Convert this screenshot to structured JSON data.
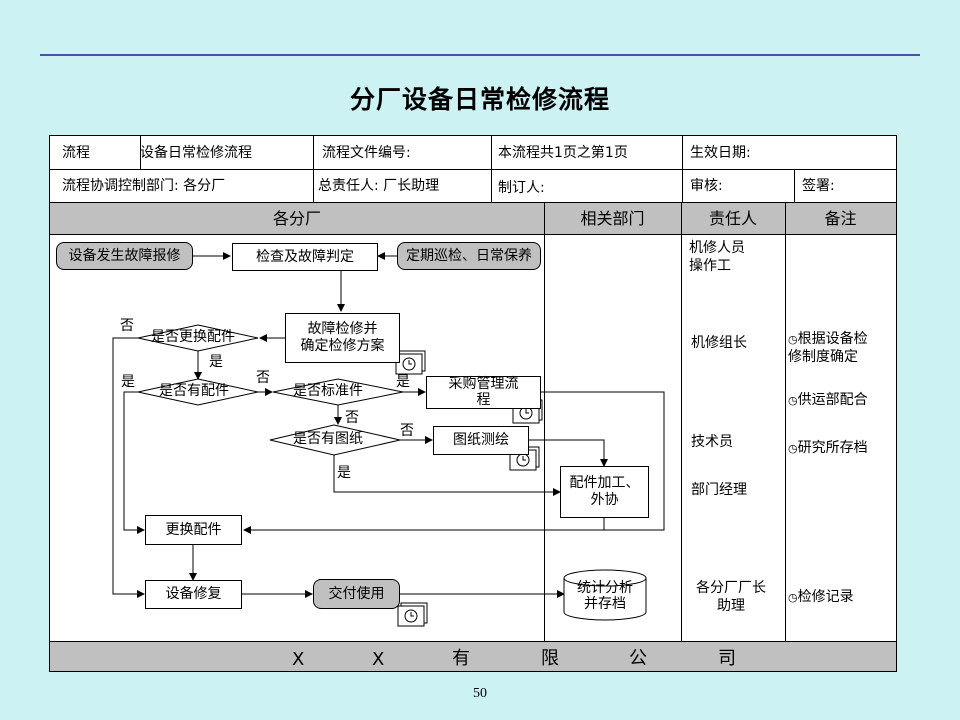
{
  "title": "分厂设备日常检修流程",
  "page_number": "50",
  "header": {
    "row1": [
      "流程",
      "设备日常检修流程",
      "流程文件编号:",
      "本流程共1页之第1页",
      "生效日期:"
    ],
    "row2": [
      "流程协调控制部门: 各分厂",
      "总责任人: 厂长助理",
      "制订人:",
      "审核:",
      "签署:"
    ]
  },
  "columns": [
    "各分厂",
    "相关部门",
    "责任人",
    "备注"
  ],
  "footer": [
    "X",
    "X",
    "有",
    "限",
    "公",
    "司"
  ],
  "nodes": {
    "report": "设备发生故障报修",
    "inspect": "检查及故障判定",
    "patrol": "定期巡检、日常保养",
    "repair_plan": [
      "故障检修并",
      "确定检修方案"
    ],
    "replace_q": "是否更换配件",
    "has_part_q": "是否有配件",
    "standard_q": "是否标准件",
    "procure": [
      "采购管理流",
      "程"
    ],
    "drawing_q": "是否有图纸",
    "survey": "图纸测绘",
    "process": [
      "配件加工、",
      "外协"
    ],
    "replace": "更换配件",
    "restore": "设备修复",
    "deliver": "交付使用",
    "stats": [
      "统计分析",
      "并存档"
    ]
  },
  "edge_labels": {
    "no": "否",
    "yes": "是"
  },
  "responsible": [
    [
      "机修人员",
      "操作工"
    ],
    [
      "机修组长"
    ],
    [
      "技术员"
    ],
    [
      "部门经理"
    ],
    [
      "各分厂厂长",
      "助理"
    ]
  ],
  "notes": [
    [
      "根据设备检",
      "修制度确定"
    ],
    [
      "供运部配合"
    ],
    [
      "研究所存档"
    ],
    [
      "检修记录"
    ]
  ],
  "note_icon": "clock-circle-icon",
  "colors": {
    "background": "#ccf2f4",
    "header_gray": "#c0c0c0",
    "rule": "#4a54a6"
  }
}
